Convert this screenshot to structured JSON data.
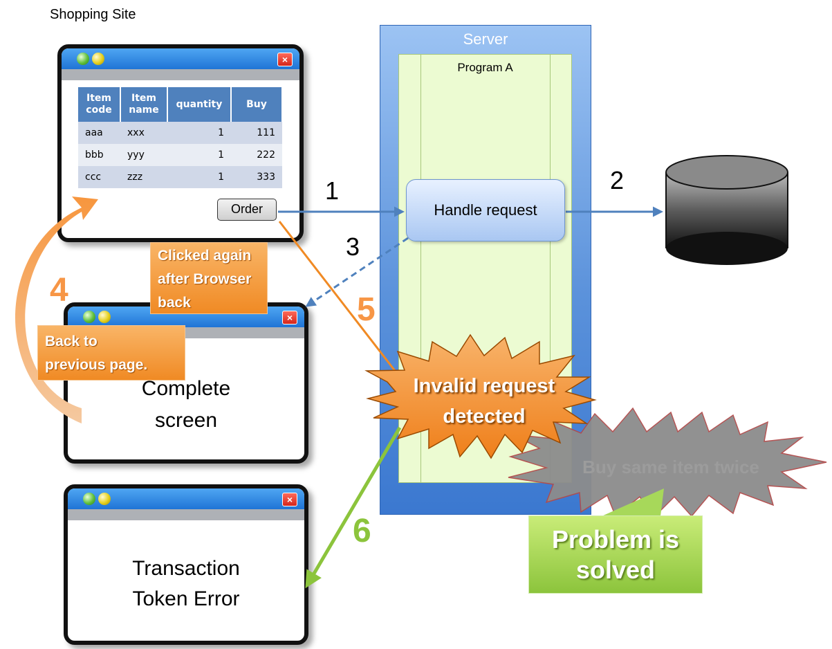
{
  "header": {
    "title": "Shopping Site"
  },
  "shop_window": {
    "table": {
      "headers": [
        "Item code",
        "Item name",
        "quantity",
        "Buy"
      ],
      "rows": [
        [
          "aaa",
          "xxx",
          "1",
          "111"
        ],
        [
          "bbb",
          "yyy",
          "1",
          "222"
        ],
        [
          "ccc",
          "zzz",
          "1",
          "333"
        ]
      ]
    },
    "order_button": "Order"
  },
  "complete_window": {
    "line1": "Complete",
    "line2": "screen"
  },
  "error_window": {
    "line1": "Transaction",
    "line2": "Token Error"
  },
  "server": {
    "label": "Server",
    "program_label": "Program A",
    "handle_request": "Handle request"
  },
  "database": {
    "icon": "database-icon"
  },
  "steps": {
    "s1": "1",
    "s2": "2",
    "s3": "3",
    "s4": "4",
    "s5": "5",
    "s6": "6"
  },
  "callouts": {
    "clicked_again": {
      "line1": "Clicked again",
      "line2": "after Browser",
      "line3": "back"
    },
    "back_prev": {
      "line1": "Back to",
      "line2": "previous page."
    }
  },
  "invalid_burst": {
    "line1": "Invalid request",
    "line2": "detected"
  },
  "gray_burst": {
    "text": "Buy same item twice"
  },
  "solved": {
    "line1": "Problem is",
    "line2": "solved"
  },
  "colors": {
    "arrow_blue": "#4f81bd",
    "arrow_orange": "#f08a24",
    "arrow_green": "#8cc43c",
    "step_orange": "#f79646",
    "step_green": "#8cc43c"
  }
}
